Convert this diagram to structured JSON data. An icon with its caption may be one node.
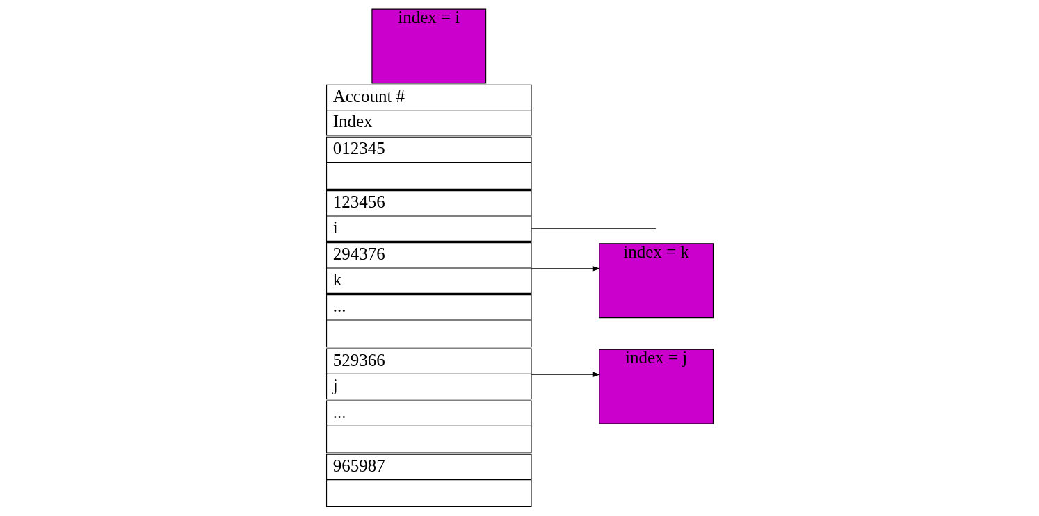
{
  "diagram": {
    "nodes": [
      {
        "text": [
          "Account #",
          "Index"
        ]
      },
      {
        "text": [
          "012345"
        ]
      },
      {
        "text": [
          "123456",
          "i"
        ]
      },
      {
        "text": [
          "294376",
          "k"
        ]
      },
      {
        "text": [
          "..."
        ]
      },
      {
        "text": [
          "529366",
          "j"
        ]
      },
      {
        "text": [
          "..."
        ]
      },
      {
        "text": [
          "965987"
        ]
      },
      {
        "text": [
          "index = i"
        ]
      },
      {
        "text": [
          "index = k"
        ]
      },
      {
        "text": [
          "index = j"
        ]
      }
    ],
    "edges": [
      {
        "from": 2,
        "to": null,
        "arrow": "none"
      },
      {
        "from": 3,
        "to": 9,
        "arrow": "to"
      },
      {
        "from": 5,
        "to": 10,
        "arrow": "to"
      }
    ]
  }
}
